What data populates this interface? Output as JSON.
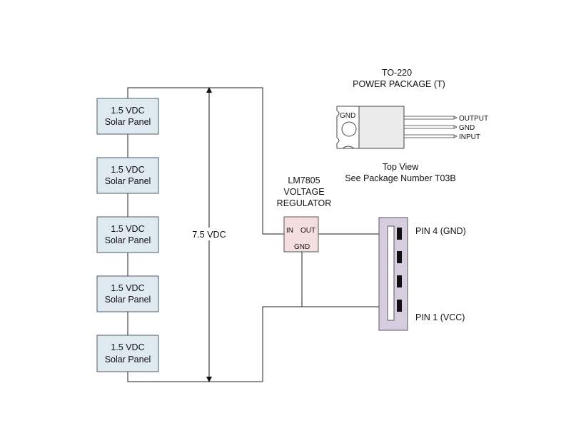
{
  "panels": [
    {
      "line1": "1.5 VDC",
      "line2": "Solar Panel"
    },
    {
      "line1": "1.5 VDC",
      "line2": "Solar Panel"
    },
    {
      "line1": "1.5 VDC",
      "line2": "Solar Panel"
    },
    {
      "line1": "1.5 VDC",
      "line2": "Solar Panel"
    },
    {
      "line1": "1.5 VDC",
      "line2": "Solar Panel"
    }
  ],
  "total_voltage": "7.5 VDC",
  "regulator": {
    "title": [
      "LM7805",
      "VOLTAGE",
      "REGULATOR"
    ],
    "in": "IN",
    "out": "OUT",
    "gnd": "GND"
  },
  "connector": {
    "pin4": "PIN 4 (GND)",
    "pin1": "PIN 1 (VCC)"
  },
  "package": {
    "title": [
      "TO-220",
      "POWER PACKAGE (T)"
    ],
    "gnd": "GND",
    "leads": [
      "OUTPUT",
      "GND",
      "INPUT"
    ],
    "caption": [
      "Top View",
      "See Package Number T03B"
    ]
  }
}
